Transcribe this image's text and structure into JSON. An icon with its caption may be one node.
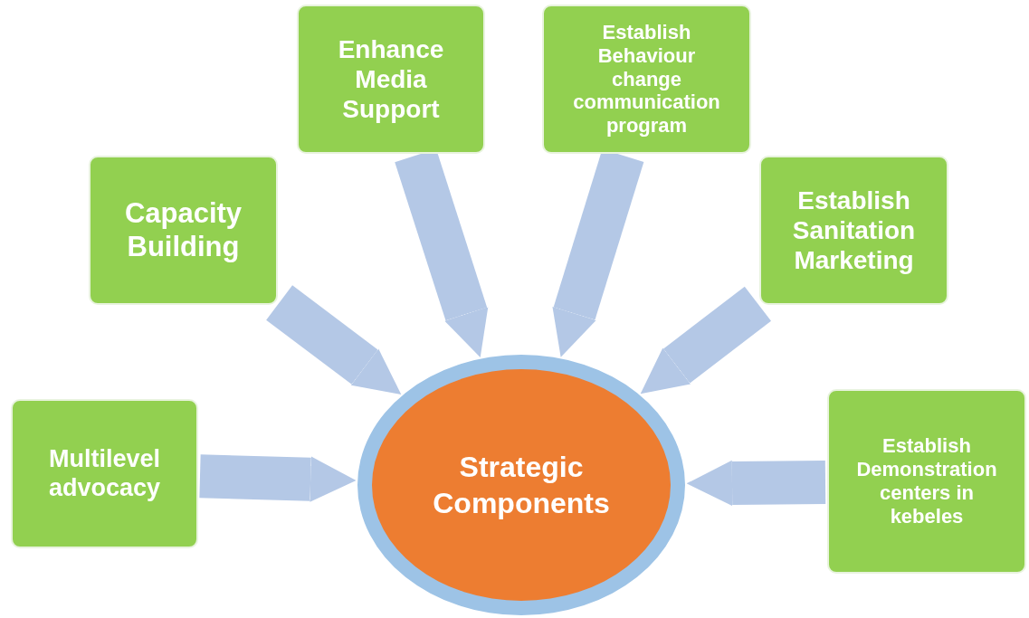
{
  "diagram": {
    "nodes": [
      {
        "text": [
          "Enhance Media Support"
        ]
      },
      {
        "text": [
          "Establish Behaviour change communication program"
        ]
      },
      {
        "text": [
          "Capacity Building"
        ]
      },
      {
        "text": [
          "Establish Sanitation Marketing"
        ]
      },
      {
        "text": [
          "Multilevel advocacy"
        ]
      },
      {
        "text": [
          "Strategic Components"
        ]
      },
      {
        "text": [
          "Establish Demonstration centers in kebeles"
        ]
      }
    ],
    "edges": [
      {
        "from": 4,
        "to": 5,
        "arrow": "to"
      },
      {
        "from": 2,
        "to": 5,
        "arrow": "to"
      },
      {
        "from": 0,
        "to": 5,
        "arrow": "to"
      },
      {
        "from": 1,
        "to": 5,
        "arrow": "to"
      },
      {
        "from": 3,
        "to": 5,
        "arrow": "to"
      },
      {
        "from": 6,
        "to": 5,
        "arrow": "to"
      }
    ]
  }
}
